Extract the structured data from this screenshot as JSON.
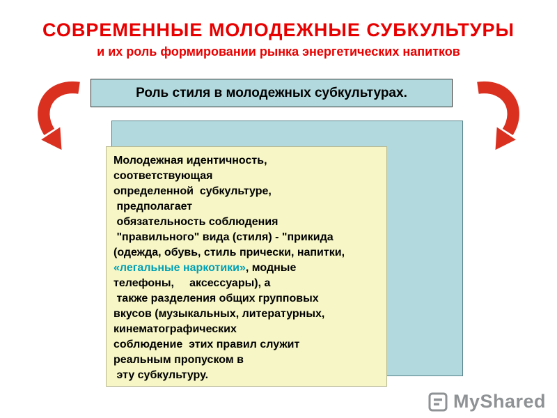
{
  "colors": {
    "title_red": "#e80000",
    "arrow_red": "#d93020",
    "panel_teal": "#b2dade",
    "box_yellow": "#f6f6c6",
    "highlight_teal": "#00a0b4",
    "logo_gray": "#8f9294"
  },
  "slide": {
    "title": "СОВРЕМЕННЫЕ МОЛОДЕЖНЫЕ СУБКУЛЬТУРЫ",
    "subtitle": "и их роль формировании рынка энергетических напитков",
    "header_box_label": "Роль стиля в молодежных субкультурах.",
    "body": {
      "before": "Молодежная идентичность,\nсоответствующая\nопределенной  субкультуре,\n предполагает\n обязательность соблюдения\n \"правильного\" вида (стиля) - \"прикида\n(одежда, обувь, стиль прически, напитки,\n",
      "highlight": "«легальные наркотики»",
      "after": ", модные\nтелефоны,     аксессуары), а\n также разделения общих групповых\nвкусов (музыкальных, литературных,\nкинематографических\nсоблюдение  этих правил служит\nреальным пропуском в\n эту субкультуру."
    },
    "watermark": "MyShared"
  }
}
